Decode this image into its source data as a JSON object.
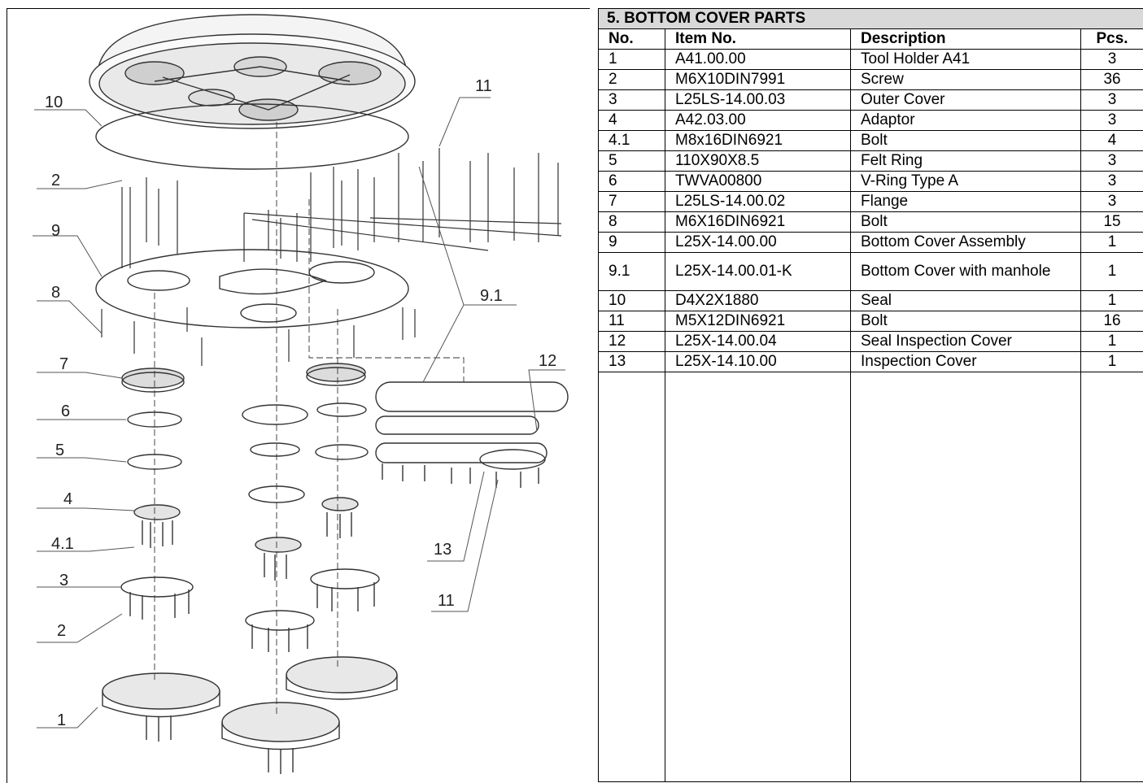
{
  "table": {
    "title": "5. BOTTOM COVER PARTS",
    "headers": {
      "no": "No.",
      "item": "Item No.",
      "description": "Description",
      "pcs": "Pcs."
    },
    "rows": [
      {
        "no": "1",
        "item": "A41.00.00",
        "description": "Tool Holder A41",
        "pcs": "3"
      },
      {
        "no": "2",
        "item": "M6X10DIN7991",
        "description": "Screw",
        "pcs": "36"
      },
      {
        "no": "3",
        "item": "L25LS-14.00.03",
        "description": "Outer Cover",
        "pcs": "3"
      },
      {
        "no": "4",
        "item": "A42.03.00",
        "description": "Adaptor",
        "pcs": "3"
      },
      {
        "no": "4.1",
        "item": "M8x16DIN6921",
        "description": "Bolt",
        "pcs": "4"
      },
      {
        "no": "5",
        "item": "110X90X8.5",
        "description": "Felt Ring",
        "pcs": "3"
      },
      {
        "no": "6",
        "item": "TWVA00800",
        "description": "V-Ring Type A",
        "pcs": "3"
      },
      {
        "no": "7",
        "item": "L25LS-14.00.02",
        "description": "Flange",
        "pcs": "3"
      },
      {
        "no": "8",
        "item": "M6X16DIN6921",
        "description": "Bolt",
        "pcs": "15"
      },
      {
        "no": "9",
        "item": "L25X-14.00.00",
        "description": "Bottom Cover Assembly",
        "pcs": "1"
      },
      {
        "no": "9.1",
        "item": "L25X-14.00.01-K",
        "description": "Bottom Cover with manhole",
        "pcs": "1"
      },
      {
        "no": "10",
        "item": "D4X2X1880",
        "description": "Seal",
        "pcs": "1"
      },
      {
        "no": "11",
        "item": "M5X12DIN6921",
        "description": "Bolt",
        "pcs": "16"
      },
      {
        "no": "12",
        "item": "L25X-14.00.04",
        "description": "Seal Inspection Cover",
        "pcs": "1"
      },
      {
        "no": "13",
        "item": "L25X-14.10.00",
        "description": "Inspection Cover",
        "pcs": "1"
      }
    ]
  },
  "diagram": {
    "callouts": {
      "c10": "10",
      "c11a": "11",
      "c2a": "2",
      "c9": "9",
      "c8": "8",
      "c91": "9.1",
      "c7": "7",
      "c12": "12",
      "c6": "6",
      "c5": "5",
      "c4": "4",
      "c41": "4.1",
      "c13": "13",
      "c3": "3",
      "c11b": "11",
      "c2b": "2",
      "c1": "1"
    }
  }
}
